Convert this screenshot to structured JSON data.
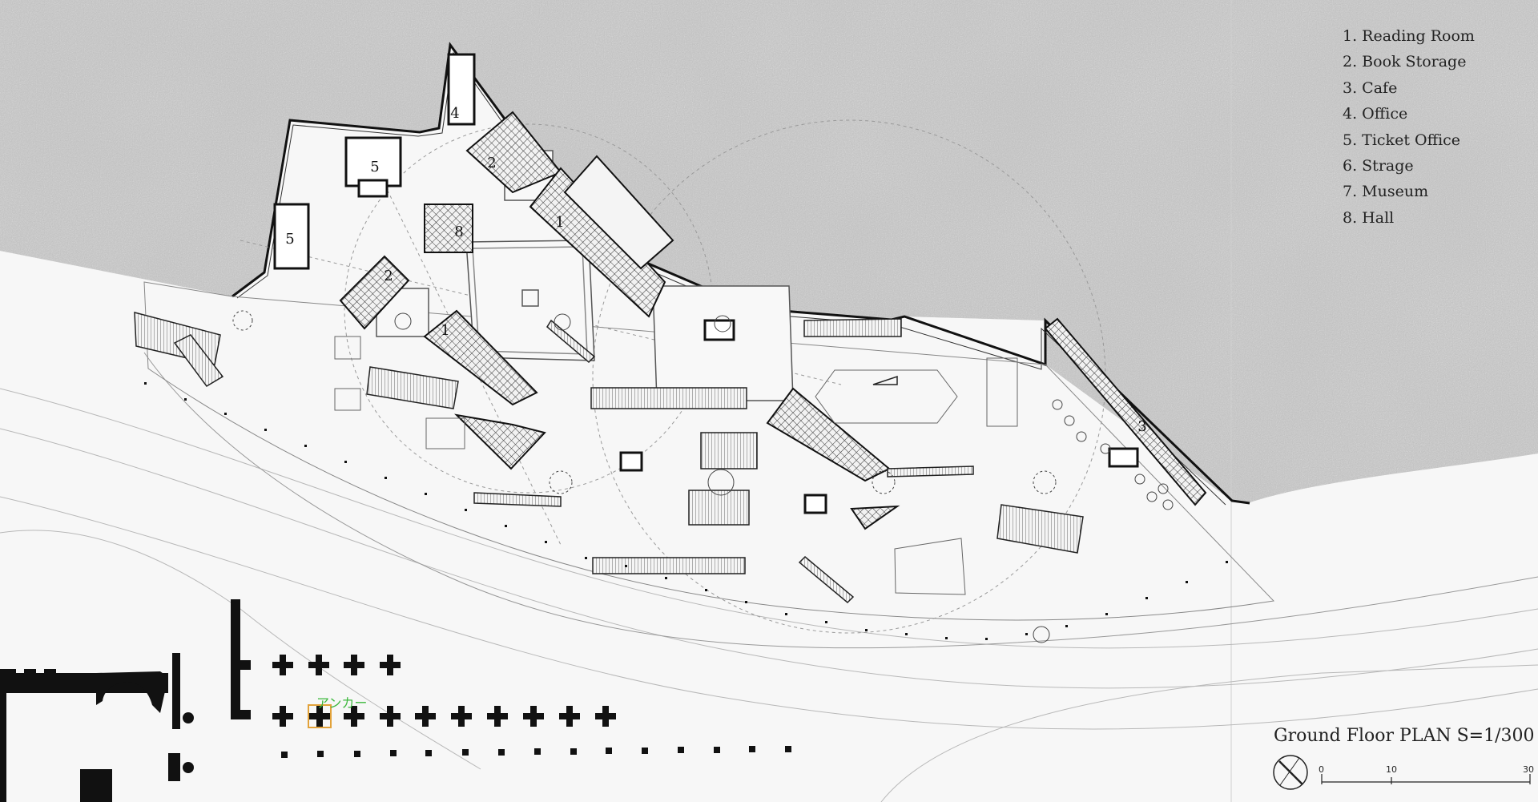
{
  "legend": [
    "1. Reading Room",
    "2. Book Storage",
    "3. Cafe",
    "4. Office",
    "5. Ticket Office",
    "6. Strage",
    "7. Museum",
    "8. Hall"
  ],
  "title": "Ground Floor PLAN  S=1/300",
  "scale_bar": {
    "labels": [
      "0",
      "10",
      "30"
    ]
  },
  "anchor_label": "アンカー",
  "room_numbers": [
    "4",
    "5",
    "2",
    "8",
    "1",
    "5",
    "2",
    "1",
    "3"
  ],
  "colors": {
    "ground_texture": "#bdbdbd",
    "paper": "#f7f7f7",
    "wall": "#111111",
    "anchor_highlight": "#e2a23a",
    "anchor_text": "#3cb83c"
  }
}
